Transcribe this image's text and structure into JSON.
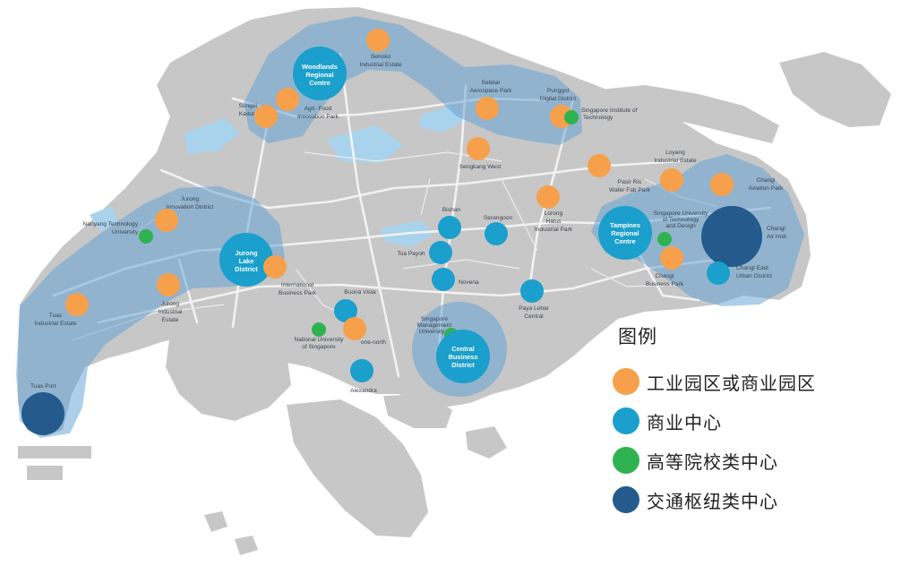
{
  "colors": {
    "industrial": "#f7a04b",
    "commercial": "#1b9fcc",
    "education": "#2fb350",
    "transport": "#245a8c",
    "land": "#c7c7c7",
    "water": "#a9d3ec",
    "zone": "#5b9fd6",
    "road": "#f2f2f2"
  },
  "legend": {
    "title": "图例",
    "items": [
      {
        "label": "工业园区或商业园区",
        "type": "industrial"
      },
      {
        "label": "商业中心",
        "type": "commercial"
      },
      {
        "label": "高等院校类中心",
        "type": "education"
      },
      {
        "label": "交通枢纽类中心",
        "type": "transport"
      }
    ]
  },
  "places": {
    "senoko": "Senoko Industrial Estate",
    "woodlands": "Woodlands Regional Centre",
    "sungei_kadut": "Sungei Kadut",
    "agri_food": "Agri- Food Innovation Park",
    "seletar": "Seletar Aerospace Park",
    "punggol": "Punggol Digital District",
    "sit": "Singapore Institute of Technology",
    "sengkang": "Sengkang West",
    "loyang": "Loyang Industrial Estate",
    "pasir_ris": "Pasir Ris Wafer Fab Park",
    "changi_aviation": "Changi Aviation Park",
    "jurong_innovation": "Jurong Innovation District",
    "ntu": "Nanyang Technology University",
    "bishan": "Bishan",
    "serangoon": "Serangoon",
    "lorong_halus": "Lorong Halus Industrial Park",
    "tampines": "Tampines Regional Centre",
    "sutd": "Singapore University of Technology and Design",
    "changi_air_hub": "Changi Air Hub",
    "toa_payoh": "Toa Payoh",
    "jurong_lake": "Jurong Lake District",
    "changi_business": "Changi Business Park",
    "changi_east": "Changi East Urban District",
    "ibp": "International Business Park",
    "novena": "Novena",
    "tuas_ind": "Tuas Industrial Estate",
    "jurong_ind": "Jurong Industrial Estate",
    "buona_vista": "Buona Vista",
    "paya_lebar": "Paya Lebar Central",
    "smu": "Singapore Management University",
    "nus": "National University of Singapore",
    "one_north": "one-north",
    "cbd": "Central Business District",
    "tuas_port": "Tuas Port",
    "alexandra": "Alexandra"
  }
}
